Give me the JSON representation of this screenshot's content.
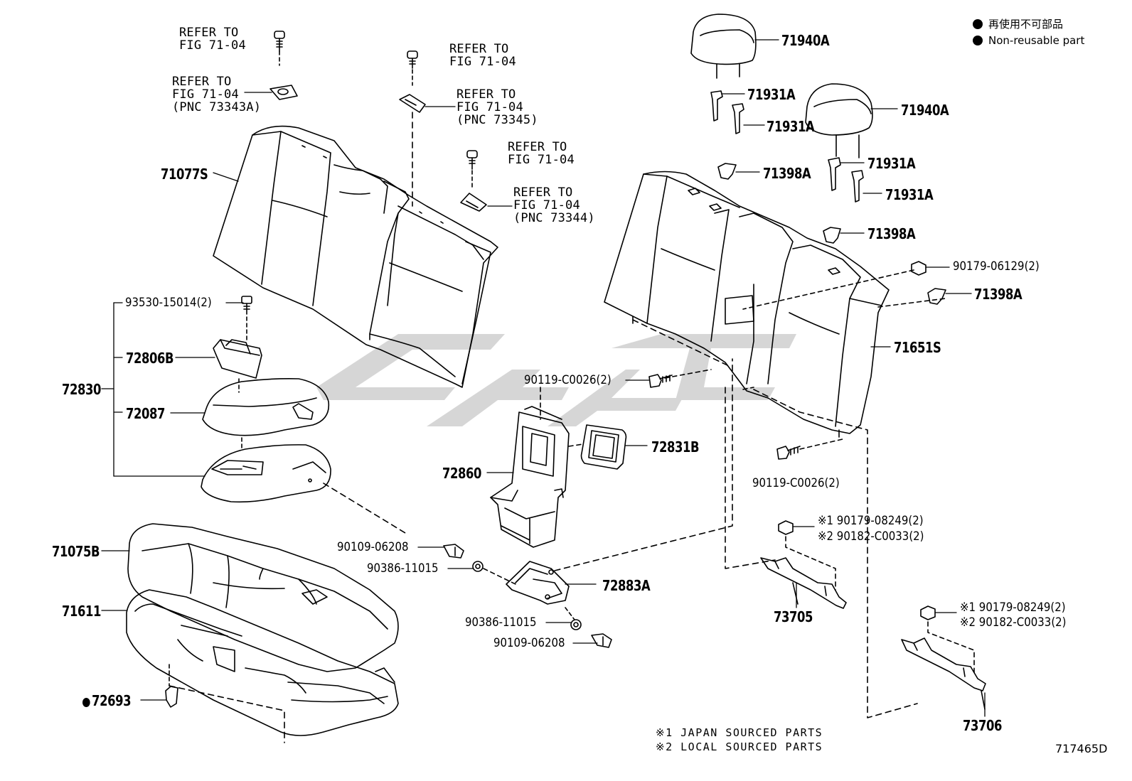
{
  "legend": {
    "non_reusable_jp": "再使用不可部品",
    "non_reusable_en": "Non-reusable part"
  },
  "refer": {
    "r1": [
      "REFER TO",
      "FIG 71-04"
    ],
    "r2": [
      "REFER TO",
      "FIG 71-04",
      "(PNC 73343A)"
    ],
    "r3": [
      "REFER TO",
      "FIG 71-04"
    ],
    "r4": [
      "REFER TO",
      "FIG 71-04",
      "(PNC 73345)"
    ],
    "r5": [
      "REFER TO",
      "FIG 71-04"
    ],
    "r6": [
      "REFER TO",
      "FIG 71-04",
      "(PNC 73344)"
    ]
  },
  "parts": {
    "p71077S": "71077S",
    "p93530": "93530-15014(2)",
    "p72806B": "72806B",
    "p72830": "72830",
    "p72087": "72087",
    "p71075B": "71075B",
    "p71611": "71611",
    "p72693": "72693",
    "p71940A_1": "71940A",
    "p71940A_2": "71940A",
    "p71931A_1": "71931A",
    "p71931A_2": "71931A",
    "p71931A_3": "71931A",
    "p71931A_4": "71931A",
    "p71398A_1": "71398A",
    "p71398A_2": "71398A",
    "p71398A_3": "71398A",
    "p90179_06129": "90179-06129(2)",
    "p71651S": "71651S",
    "p90119_a": "90119-C0026(2)",
    "p90119_b": "90119-C0026(2)",
    "p72831B": "72831B",
    "p72860": "72860",
    "p90109_a": "90109-06208",
    "p90386_a": "90386-11015",
    "p72883A": "72883A",
    "p90386_b": "90386-11015",
    "p90109_b": "90109-06208",
    "p73705": "73705",
    "p73706": "73706",
    "alt1_a": "※1 90179-08249(2)",
    "alt2_a": "※2 90182-C0033(2)",
    "alt1_b": "※1 90179-08249(2)",
    "alt2_b": "※2 90182-C0033(2)"
  },
  "notes": {
    "n1": "※1 JAPAN SOURCED PARTS",
    "n2": "※2 LOCAL SOURCED PARTS"
  },
  "figure_id": "717465D"
}
